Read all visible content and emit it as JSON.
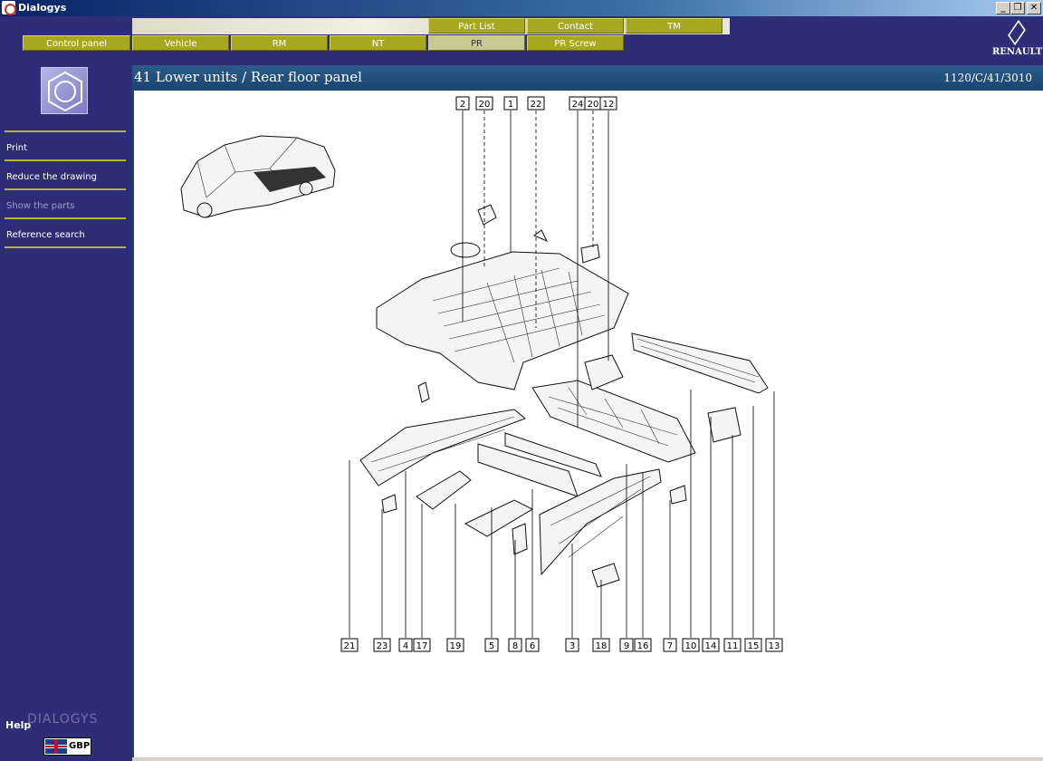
{
  "window": {
    "title": "Dialogys",
    "minimize": "_",
    "restore": "❐",
    "close": "✕"
  },
  "nav": {
    "top_tabs": [
      "Part List",
      "Contact",
      "TM"
    ],
    "bottom_tabs": [
      "Control panel",
      "Vehicle",
      "RM",
      "NT",
      "PR",
      "PR Screw"
    ],
    "active_tab": "PR"
  },
  "brand": {
    "name": "RENAULT"
  },
  "sidebar": {
    "icon": "hex-nut-icon",
    "menu": [
      {
        "label": "Print",
        "enabled": true
      },
      {
        "label": "Reduce the drawing",
        "enabled": true
      },
      {
        "label": "Show the parts",
        "enabled": false
      },
      {
        "label": "Reference search",
        "enabled": true
      }
    ],
    "help": "Help",
    "watermark": "DIALOGYS",
    "language": "GBP"
  },
  "content": {
    "title": "41 Lower units / Rear floor panel",
    "reference": "1120/C/41/3010",
    "callouts_top": [
      "2",
      "20",
      "1",
      "22",
      "24",
      "20",
      "12"
    ],
    "callouts_bottom": [
      "21",
      "23",
      "4",
      "17",
      "19",
      "5",
      "8",
      "6",
      "3",
      "18",
      "9",
      "16",
      "7",
      "10",
      "14",
      "11",
      "15",
      "13"
    ]
  }
}
